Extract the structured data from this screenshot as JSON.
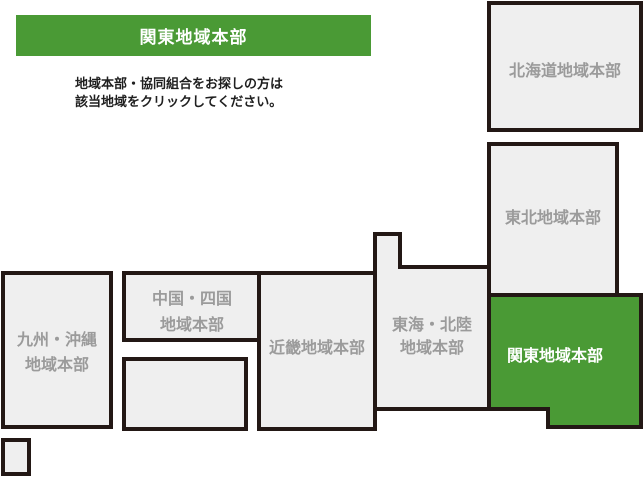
{
  "header": {
    "title": "関東地域本部"
  },
  "instructions": {
    "line1": "地域本部・協同組合をお探しの方は",
    "line2": "該当地域をクリックしてください。"
  },
  "regions": {
    "hokkaido": {
      "line1": "北海道地域本部"
    },
    "tohoku": {
      "line1": "東北地域本部"
    },
    "kanto": {
      "line1": "関東地域本部"
    },
    "tokai_hokuriku": {
      "line1": "東海・北陸",
      "line2": "地域本部"
    },
    "kinki": {
      "line1": "近畿地域本部"
    },
    "chugoku_shikoku": {
      "line1": "中国・四国",
      "line2": "地域本部"
    },
    "kyushu_okinawa": {
      "line1": "九州・沖縄",
      "line2": "地域本部"
    }
  },
  "colors": {
    "accent": "#4a9a35",
    "region_fill": "#efefef",
    "region_stroke": "#231815",
    "region_text": "#9b9b9b",
    "active_text": "#ffffff"
  }
}
